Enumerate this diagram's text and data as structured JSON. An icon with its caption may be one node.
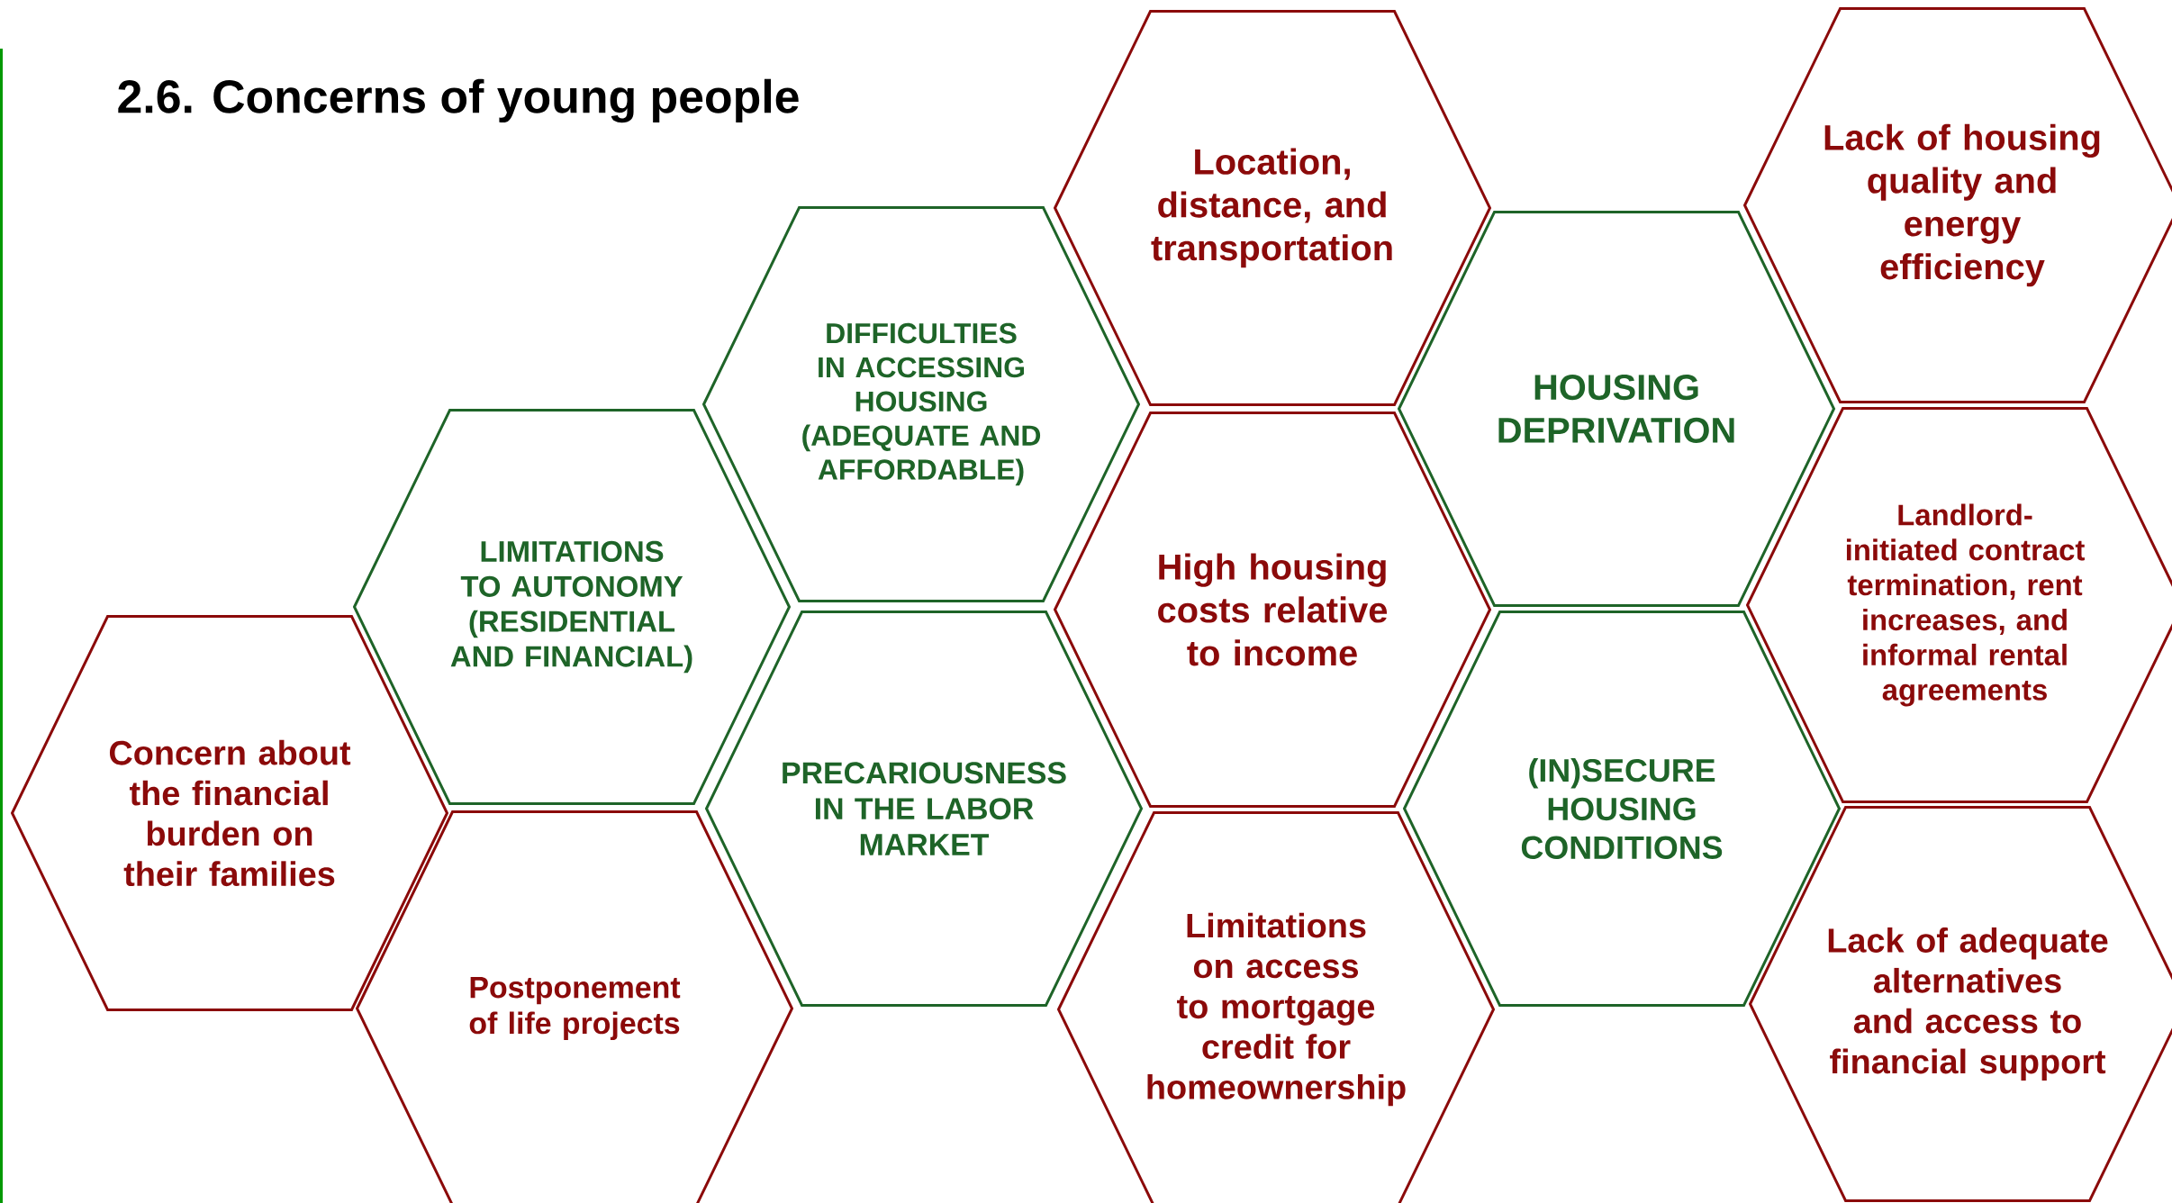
{
  "diagram": {
    "title": "2.6. Concerns of young people",
    "nodes": [
      {
        "text": [
          "Concern about the financial burden on their families"
        ]
      },
      {
        "text": [
          "LIMITATIONS TO AUTONOMY (RESIDENTIAL AND FINANCIAL)"
        ]
      },
      {
        "text": [
          "Postponement of life projects"
        ]
      },
      {
        "text": [
          "DIFFICULTIES IN ACCESSING HOUSING (ADEQUATE AND AFFORDABLE)"
        ]
      },
      {
        "text": [
          "PRECARIOUSNESS IN THE LABOR MARKET"
        ]
      },
      {
        "text": [
          "Location, distance, and transportation"
        ]
      },
      {
        "text": [
          "High housing costs relative to income"
        ]
      },
      {
        "text": [
          "Limitations on access to mortgage credit for homeownership"
        ]
      },
      {
        "text": [
          "HOUSING DEPRIVATION"
        ]
      },
      {
        "text": [
          "(IN)SECURE HOUSING CONDITIONS"
        ]
      },
      {
        "text": [
          "Lack of housing quality and energy efficiency"
        ]
      },
      {
        "text": [
          "Landlord-initiated contract termination, rent increases, and informal rental agreements"
        ]
      },
      {
        "text": [
          "Lack of adequate alternatives and access to financial support"
        ]
      }
    ]
  }
}
